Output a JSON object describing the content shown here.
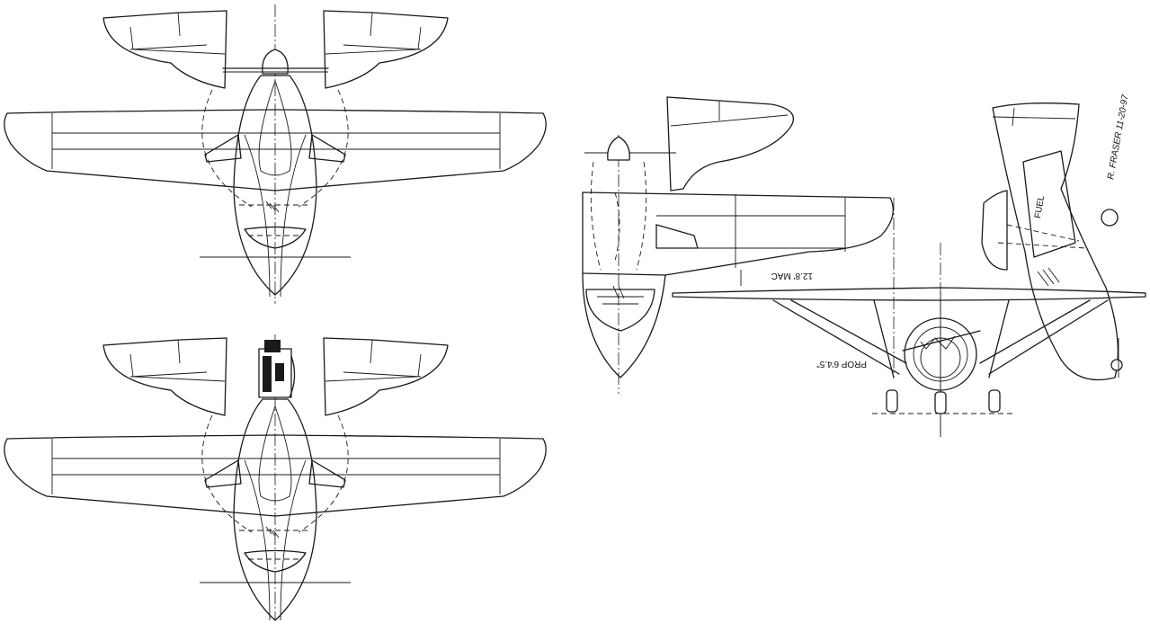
{
  "drawing": {
    "views": [
      {
        "name": "plan-view-top"
      },
      {
        "name": "plan-view-bottom"
      },
      {
        "name": "side-view"
      },
      {
        "name": "front-view"
      }
    ],
    "annotations": {
      "signature": "R. FRASER 11-20-97",
      "fuel_label": "FUEL",
      "dimension_1": "12.8' MAC",
      "dimension_2": "PROP 6'4.5\""
    }
  }
}
